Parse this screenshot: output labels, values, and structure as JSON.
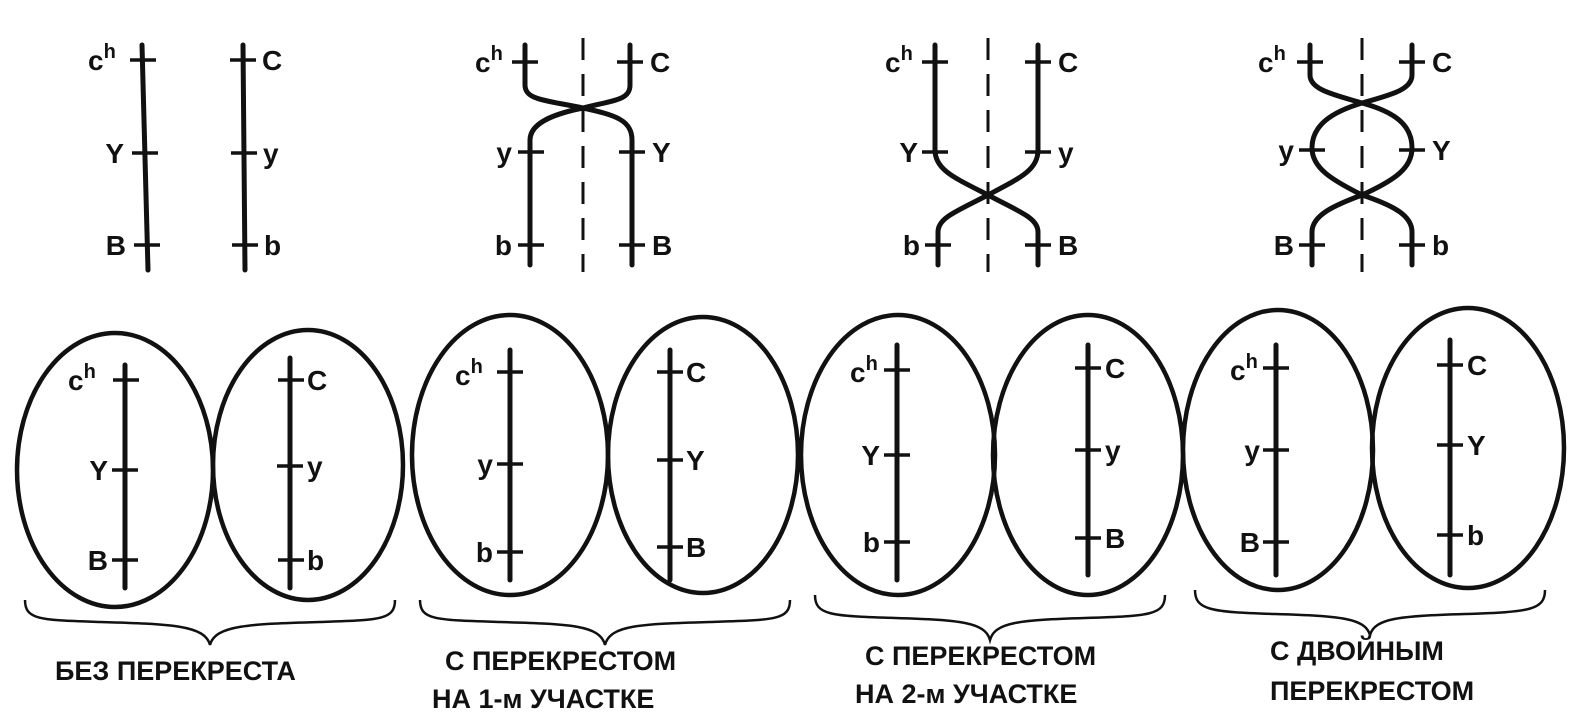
{
  "panels": [
    {
      "caption": [
        "БЕЗ ПЕРЕКРЕСТА"
      ],
      "top_left": [
        {
          "t": "c",
          "sup": "h"
        },
        {
          "t": "Y"
        },
        {
          "t": "B"
        }
      ],
      "top_right": [
        {
          "t": "C"
        },
        {
          "t": "y"
        },
        {
          "t": "b"
        }
      ],
      "cell_left": [
        {
          "t": "c",
          "sup": "h"
        },
        {
          "t": "Y"
        },
        {
          "t": "B"
        }
      ],
      "cell_right": [
        {
          "t": "C"
        },
        {
          "t": "y"
        },
        {
          "t": "b"
        }
      ]
    },
    {
      "caption": [
        "С ПЕРЕКРЕСТОМ",
        "НА 1-м УЧАСТКЕ"
      ],
      "top_left": [
        {
          "t": "c",
          "sup": "h"
        },
        {
          "t": "y"
        },
        {
          "t": "b"
        }
      ],
      "top_right": [
        {
          "t": "C"
        },
        {
          "t": "Y"
        },
        {
          "t": "B"
        }
      ],
      "cell_left": [
        {
          "t": "c",
          "sup": "h"
        },
        {
          "t": "y"
        },
        {
          "t": "b"
        }
      ],
      "cell_right": [
        {
          "t": "C"
        },
        {
          "t": "Y"
        },
        {
          "t": "B"
        }
      ]
    },
    {
      "caption": [
        "С ПЕРЕКРЕСТОМ",
        "НА 2-м УЧАСТКЕ"
      ],
      "top_left": [
        {
          "t": "c",
          "sup": "h"
        },
        {
          "t": "Y"
        },
        {
          "t": "b"
        }
      ],
      "top_right": [
        {
          "t": "C"
        },
        {
          "t": "y"
        },
        {
          "t": "B"
        }
      ],
      "cell_left": [
        {
          "t": "c",
          "sup": "h"
        },
        {
          "t": "Y"
        },
        {
          "t": "b"
        }
      ],
      "cell_right": [
        {
          "t": "C"
        },
        {
          "t": "y"
        },
        {
          "t": "B"
        }
      ]
    },
    {
      "caption": [
        "С ДВОЙНЫМ",
        "ПЕРЕКРЕСТОМ"
      ],
      "top_left": [
        {
          "t": "c",
          "sup": "h"
        },
        {
          "t": "y"
        },
        {
          "t": "B"
        }
      ],
      "top_right": [
        {
          "t": "C"
        },
        {
          "t": "Y"
        },
        {
          "t": "b"
        }
      ],
      "cell_left": [
        {
          "t": "c",
          "sup": "h"
        },
        {
          "t": "y"
        },
        {
          "t": "B"
        }
      ],
      "cell_right": [
        {
          "t": "C"
        },
        {
          "t": "Y"
        },
        {
          "t": "b"
        }
      ]
    }
  ],
  "colors": {
    "ink": "#111111",
    "background": "#ffffff"
  }
}
